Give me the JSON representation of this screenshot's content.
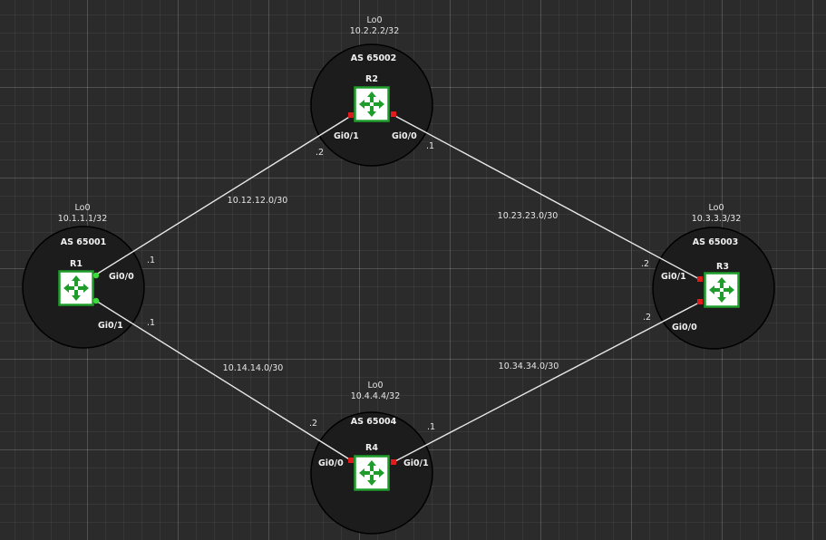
{
  "routers": [
    {
      "id": "r1",
      "name": "R1",
      "as": "AS 65001",
      "loopback_if": "Lo0",
      "loopback_ip": "10.1.1.1/32"
    },
    {
      "id": "r2",
      "name": "R2",
      "as": "AS 65002",
      "loopback_if": "Lo0",
      "loopback_ip": "10.2.2.2/32"
    },
    {
      "id": "r3",
      "name": "R3",
      "as": "AS 65003",
      "loopback_if": "Lo0",
      "loopback_ip": "10.3.3.3/32"
    },
    {
      "id": "r4",
      "name": "R4",
      "as": "AS 65004",
      "loopback_if": "Lo0",
      "loopback_ip": "10.4.4.4/32"
    }
  ],
  "links": [
    {
      "subnet": "10.12.12.0/30",
      "a_if": "Gi0/0",
      "a_host": ".1",
      "b_if": "Gi0/1",
      "b_host": ".2",
      "a_status_color": "#3ddc3d",
      "b_status_color": "#e01b1b"
    },
    {
      "subnet": "10.14.14.0/30",
      "a_if": "Gi0/1",
      "a_host": ".1",
      "b_if": "Gi0/0",
      "b_host": ".2",
      "a_status_color": "#3ddc3d",
      "b_status_color": "#e01b1b"
    },
    {
      "subnet": "10.23.23.0/30",
      "a_if": "Gi0/0",
      "a_host": ".1",
      "b_if": "Gi0/1",
      "b_host": ".2",
      "a_status_color": "#e01b1b",
      "b_status_color": "#e01b1b"
    },
    {
      "subnet": "10.34.34.0/30",
      "a_if": "Gi0/1",
      "a_host": ".1",
      "b_if": "Gi0/0",
      "b_host": ".2",
      "a_status_color": "#e01b1b",
      "b_status_color": "#e01b1b"
    }
  ],
  "colors": {
    "router_accent": "#1f9d2b",
    "link": "#e8e8e8",
    "background": "#2b2b2b"
  },
  "icons": {
    "router": "router-icon"
  }
}
